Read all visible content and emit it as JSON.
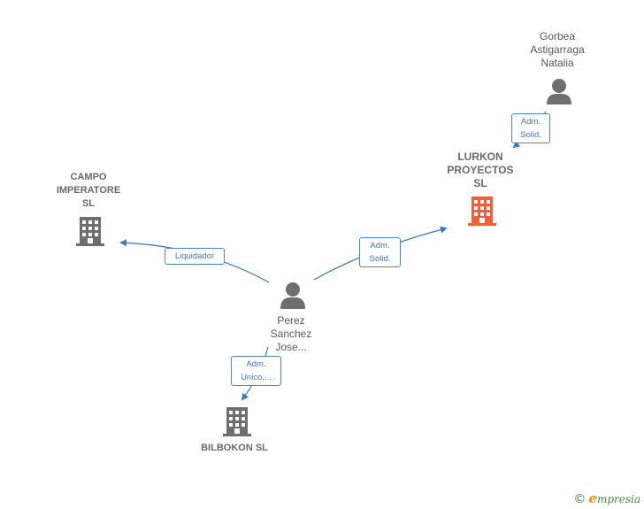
{
  "nodes": {
    "campo": {
      "label": "CAMPO\nIMPERATORE\nSL"
    },
    "lurkon": {
      "label": "LURKON\nPROYECTOS\nSL"
    },
    "bilbokon": {
      "label": "BILBOKON SL"
    },
    "perez": {
      "label": "Perez\nSanchez\nJose..."
    },
    "gorbea": {
      "label": "Gorbea\nAstigarraga\nNatalia"
    }
  },
  "edges": {
    "liquidador": {
      "label": "Liquidador"
    },
    "adm_solid_lurkon": {
      "label": "Adm.\nSolid."
    },
    "adm_unico": {
      "label": "Adm.\nUnico,..."
    },
    "adm_solid_gorbea": {
      "label": "Adm.\nSolid."
    }
  },
  "colors": {
    "edge": "#3c78c8",
    "company_icon": "#6e6e6e",
    "highlight_icon": "#f0603a",
    "person_icon": "#6e6e6e"
  },
  "footer": {
    "copyright_symbol": "©",
    "brand_initial": "e",
    "brand_rest": "mpresia"
  }
}
